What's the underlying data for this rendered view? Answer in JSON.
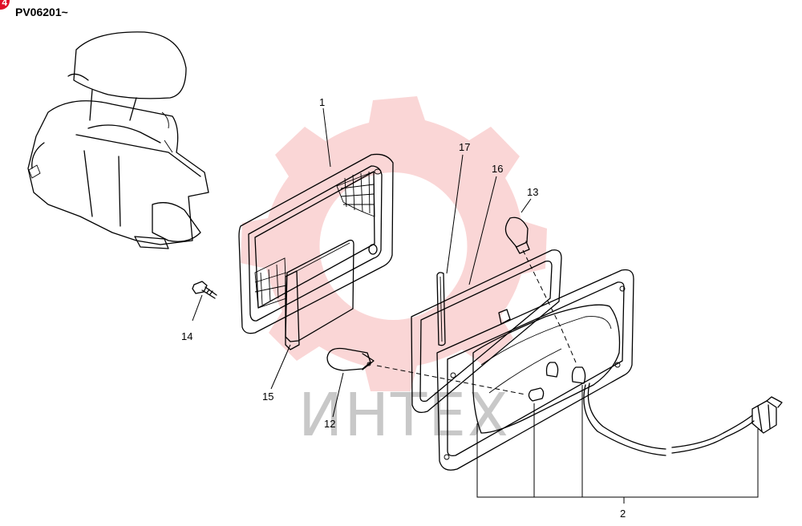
{
  "header": {
    "badge": "4",
    "serial_range": "PV06201~"
  },
  "watermark": {
    "text": "ИНТЕХ",
    "color": "#f08080"
  },
  "callouts": {
    "c1": "1",
    "c2": "2",
    "c12": "12",
    "c13": "13",
    "c14": "14",
    "c15": "15",
    "c16": "16",
    "c17": "17"
  }
}
